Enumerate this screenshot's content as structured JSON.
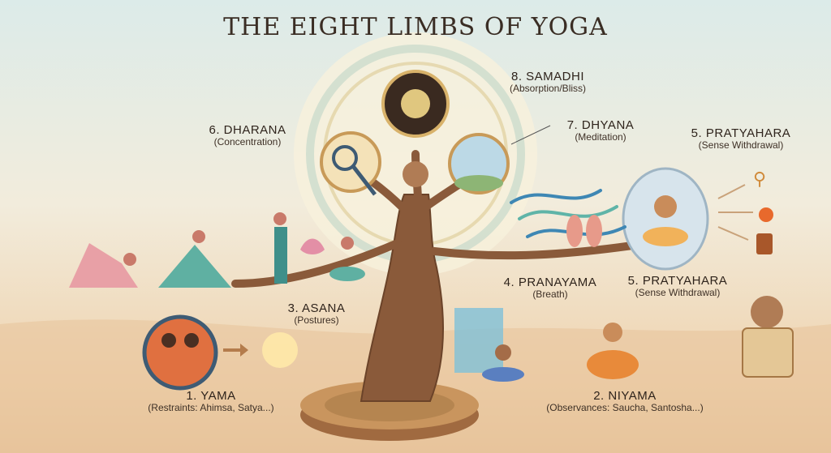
{
  "title": "THE EIGHT LIMBS OF YOGA",
  "limbs": [
    {
      "heading": "8. SAMADHI",
      "sub": "(Absorption/Bliss)"
    },
    {
      "heading": "7. DHYANA",
      "sub": "(Meditation)"
    },
    {
      "heading": "6. DHARANA",
      "sub": "(Concentration)"
    },
    {
      "heading": "5. PRATYAHARA",
      "sub": "(Sense Withdrawal)"
    },
    {
      "heading": "5. PRATYAHARA",
      "sub": "(Sense Withdrawal)"
    },
    {
      "heading": "4. PRANAYAMA",
      "sub": "(Breath)"
    },
    {
      "heading": "3. ASANA",
      "sub": "(Postures)"
    },
    {
      "heading": "1. YAMA",
      "sub": "(Restraints: Ahimsa, Satya...)"
    },
    {
      "heading": "2. NIYAMA",
      "sub": "(Observances: Saucha, Santosha...)"
    }
  ],
  "colors": {
    "trunk": "#8a5a3a",
    "mandala": "#c9d9c8",
    "accent": "#e0a84a"
  }
}
